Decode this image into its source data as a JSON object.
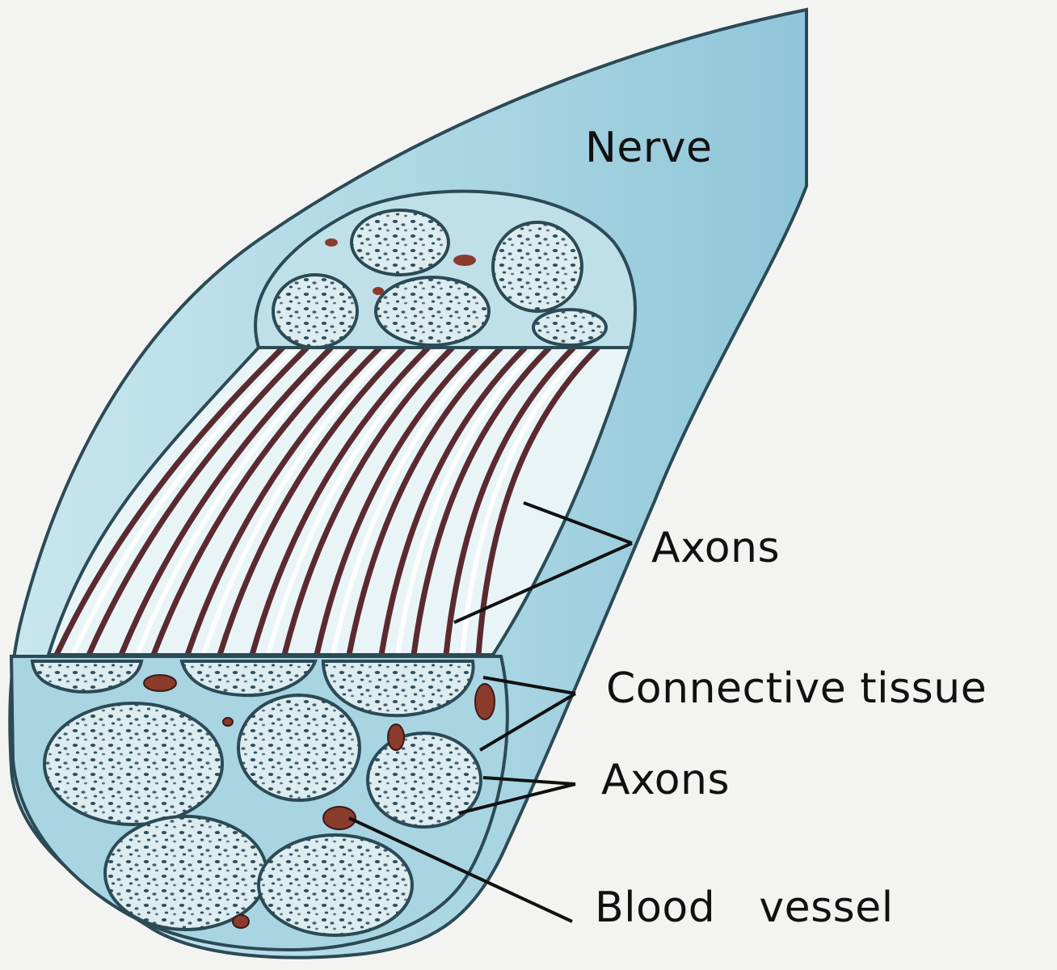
{
  "labels": {
    "nerve": "Nerve",
    "axons_upper": "Axons",
    "connective_tissue": "Connective tissue",
    "axons_lower": "Axons",
    "blood_vessel": "Blood  vessel"
  },
  "colors": {
    "background": "#f3f4f2",
    "nerve_sheath": "#a9d5e3",
    "fascicle_fill": "#dcecef",
    "outline": "#2b4a55",
    "axon_stripe": "#5b2a30",
    "blood_vessel": "#8b3b2c",
    "leader_line": "#111111"
  }
}
